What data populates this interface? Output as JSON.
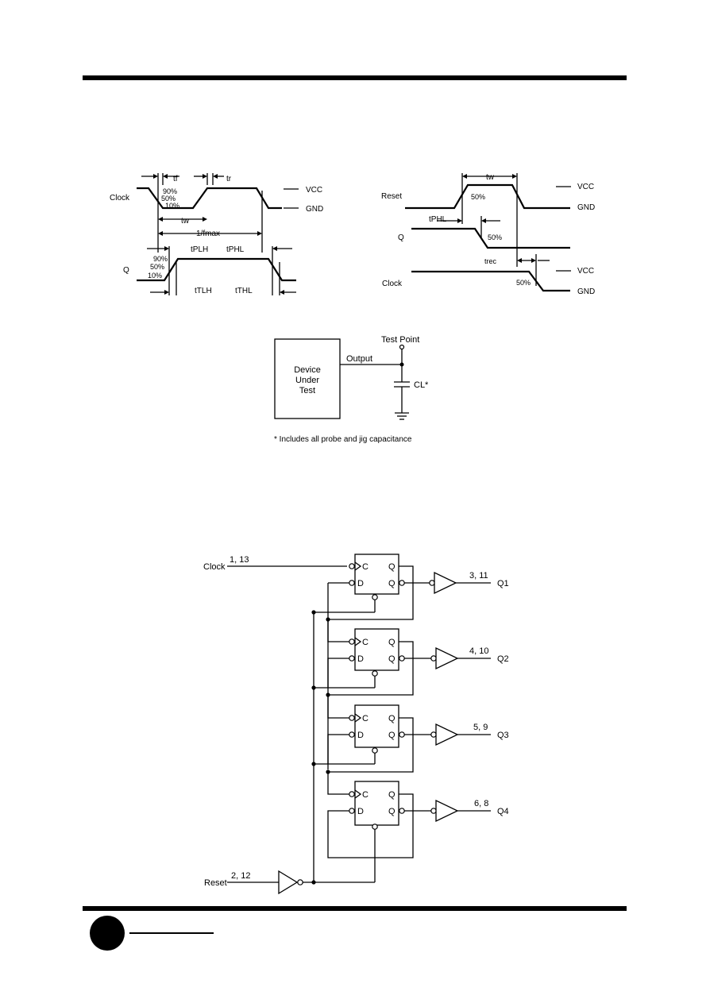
{
  "timing_left": {
    "clock_label": "Clock",
    "q_label": "Q",
    "tf": "tf",
    "tr": "tr",
    "tw": "tw",
    "fmax": "1/fmax",
    "tplh_top": "tPLH",
    "tphl_top": "tPHL",
    "tplh_bottom": "tTLH",
    "tphl_bottom": "tTHL",
    "pct_90": "90%",
    "pct_50": "50%",
    "pct_10": "10%",
    "q_pct_90": "90%",
    "q_pct_50": "50%",
    "q_pct_10": "10%",
    "vcc": "VCC",
    "gnd": "GND"
  },
  "timing_right": {
    "reset_label": "Reset",
    "q_label": "Q",
    "clock_label": "Clock",
    "tw": "tw",
    "tphl": "tPHL",
    "trec": "trec",
    "reset_pct": "50%",
    "q_pct": "50%",
    "clock_pct": "50%",
    "vcc_top": "VCC",
    "gnd_top": "GND",
    "vcc_bottom": "VCC",
    "gnd_bottom": "GND"
  },
  "test_circuit": {
    "box_line1": "Device",
    "box_line2": "Under",
    "box_line3": "Test",
    "output_label": "Output",
    "test_point_label": "Test Point",
    "cl_label": "CL*",
    "footnote": "* Includes all probe and jig capacitance"
  },
  "logic_diagram": {
    "clock_label": "Clock",
    "clock_pins": "1, 13",
    "reset_label": "Reset",
    "reset_pins": "2, 12",
    "ff_c": "C",
    "ff_d": "D",
    "ff_q": "Q",
    "outputs": [
      {
        "pins": "3, 11",
        "name": "Q1"
      },
      {
        "pins": "4, 10",
        "name": "Q2"
      },
      {
        "pins": "5, 9",
        "name": "Q3"
      },
      {
        "pins": "6, 8",
        "name": "Q4"
      }
    ]
  }
}
